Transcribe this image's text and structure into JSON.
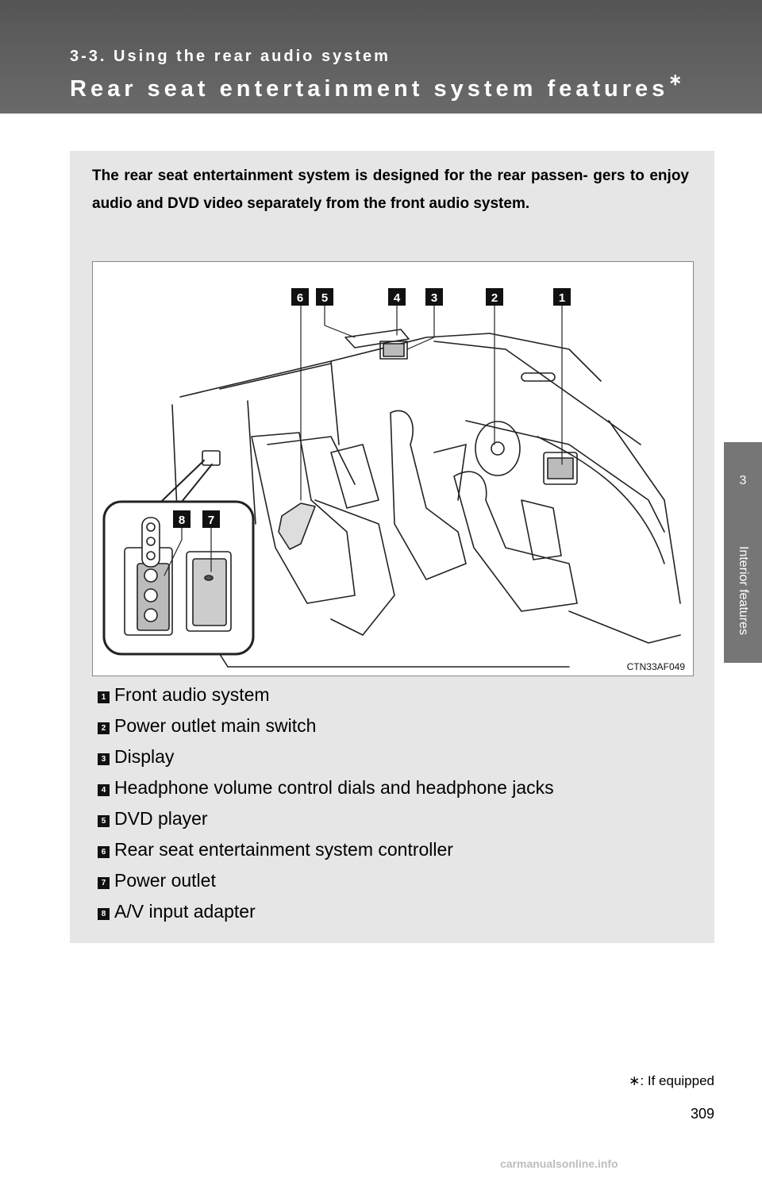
{
  "header": {
    "section": "3-3. Using the rear audio system",
    "title": "Rear seat entertainment system features",
    "title_mark": "∗"
  },
  "side_tab": {
    "number": "3",
    "label": "Interior features"
  },
  "intro": "The rear seat entertainment system is designed for the rear passen- gers to enjoy audio and DVD video separately from the front audio system.",
  "figure": {
    "code": "CTN33AF049",
    "callouts": [
      "6",
      "5",
      "4",
      "3",
      "2",
      "1",
      "8",
      "7"
    ]
  },
  "legend": [
    {
      "num": "1",
      "text": "Front audio system"
    },
    {
      "num": "2",
      "text": "Power outlet main switch"
    },
    {
      "num": "3",
      "text": "Display"
    },
    {
      "num": "4",
      "text": "Headphone volume control dials and headphone jacks"
    },
    {
      "num": "5",
      "text": "DVD player"
    },
    {
      "num": "6",
      "text": "Rear seat entertainment system controller"
    },
    {
      "num": "7",
      "text": "Power outlet"
    },
    {
      "num": "8",
      "text": "A/V input adapter"
    }
  ],
  "footnote": "∗: If equipped",
  "page_number": "309",
  "watermark": "carmanualsonline.info"
}
